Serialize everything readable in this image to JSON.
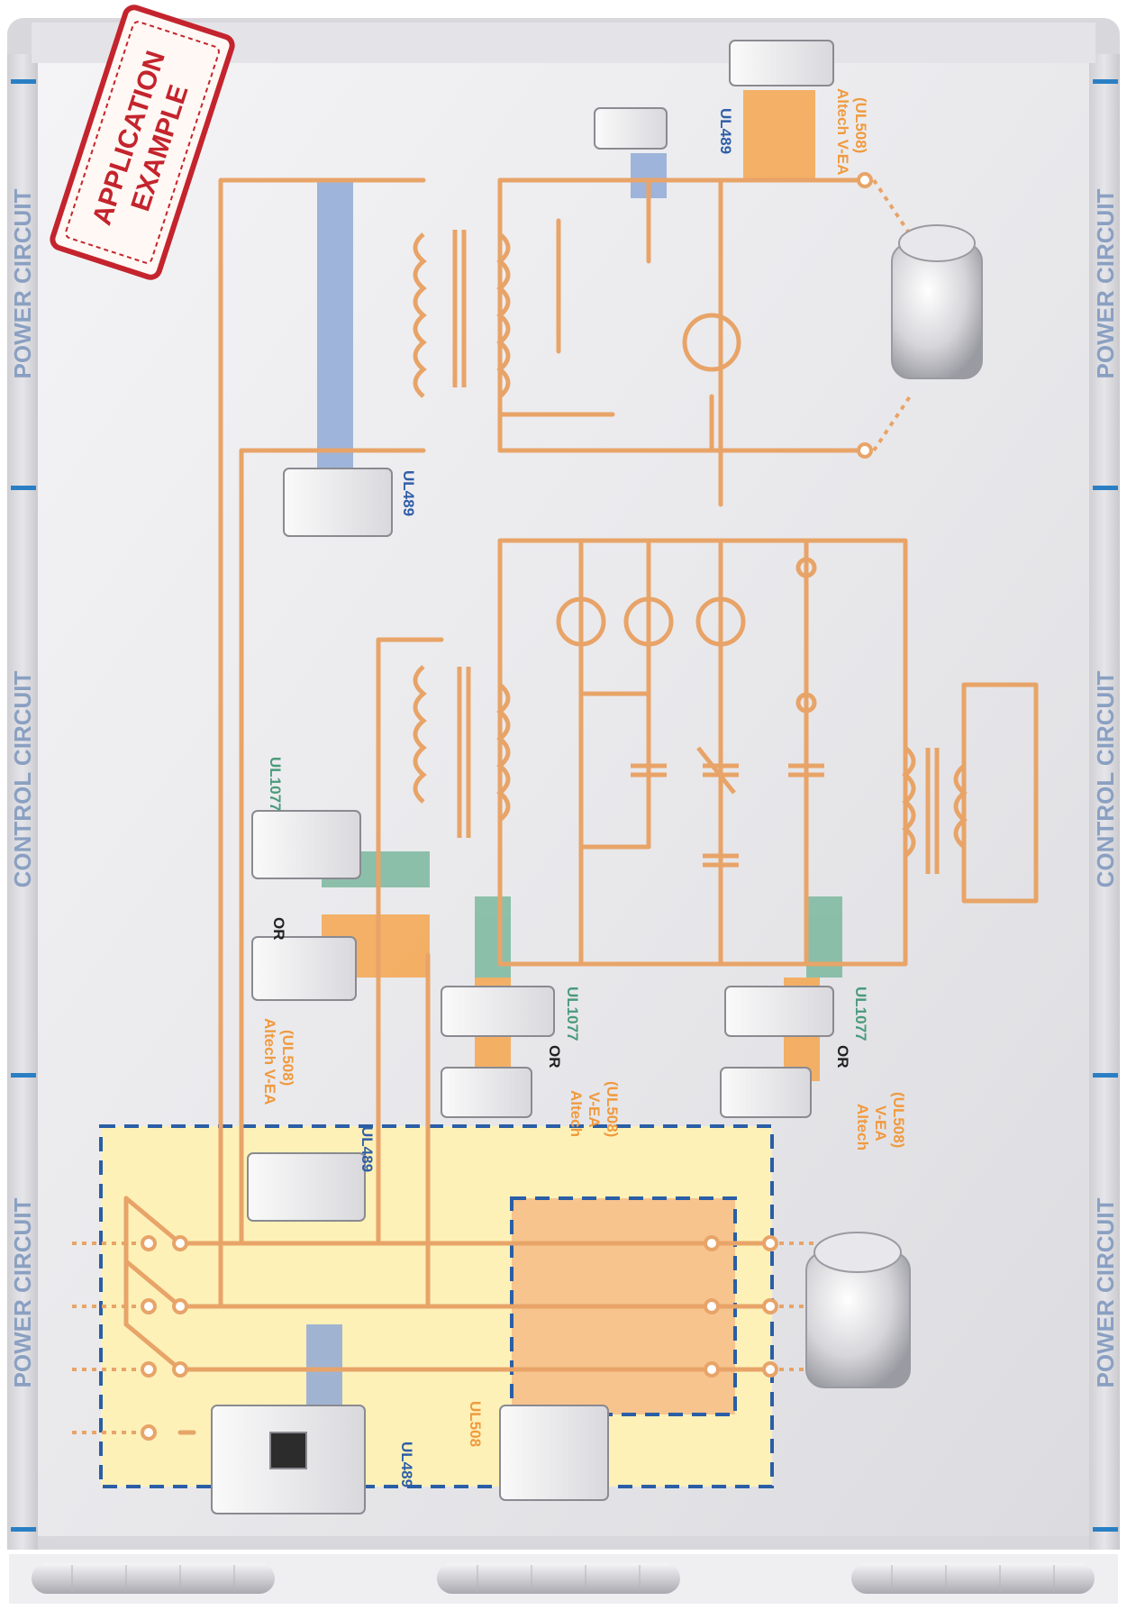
{
  "band_labels": {
    "left": [
      "POWER CIRCUIT",
      "CONTROL CIRCUIT",
      "POWER CIRCUIT"
    ],
    "right": [
      "POWER CIRCUIT",
      "CONTROL CIRCUIT",
      "POWER CIRCUIT"
    ]
  },
  "stamp": {
    "line1": "APPLICATION",
    "line2": "EXAMPLE"
  },
  "labels": {
    "ul489_main": "UL489",
    "ul508": "UL508",
    "ul489_feeder": "UL489",
    "altech_a": "Altech V-EA",
    "altech_a_sub": "(UL508)",
    "or_a": "OR",
    "ul1077_a": "UL1077",
    "altech_b1": "Altech",
    "altech_b2": "V-EA",
    "altech_b3": "(UL508)",
    "or_b": "OR",
    "ul1077_b": "UL1077",
    "altech_c1": "Altech",
    "altech_c2": "V-EA",
    "altech_c3": "(UL508)",
    "or_c": "OR",
    "ul1077_c": "UL1077",
    "ul489_xfmr": "UL489",
    "ul489_top": "UL489",
    "altech_top": "Altech V-EA",
    "altech_top_sub": "(UL508)"
  },
  "colors": {
    "wire": "#e8a468",
    "ul489": "#2f5ea8",
    "ul508": "#f09a3e",
    "ul1077": "#4a9a7a",
    "band": "#8aa0c2",
    "stamp": "#c4242d"
  }
}
